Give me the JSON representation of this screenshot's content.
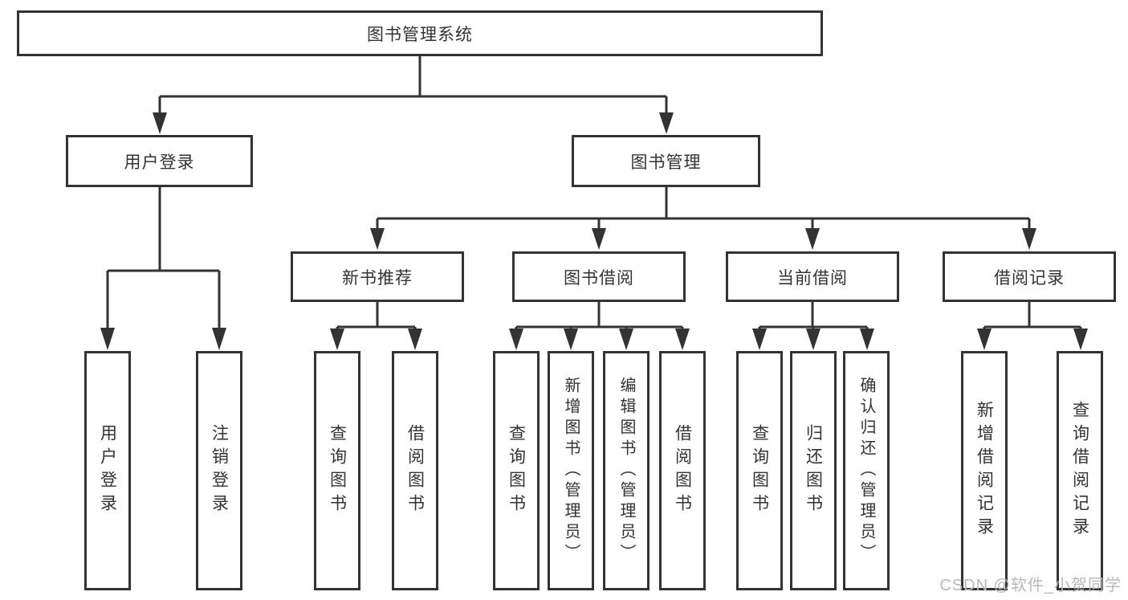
{
  "diagram": {
    "root": {
      "label": "图书管理系统"
    },
    "branches": [
      {
        "label": "用户登录",
        "children": [
          {
            "label": "用户登录"
          },
          {
            "label": "注销登录"
          }
        ]
      },
      {
        "label": "图书管理",
        "children": [
          {
            "label": "新书推荐",
            "children": [
              {
                "label": "查询图书"
              },
              {
                "label": "借阅图书"
              }
            ]
          },
          {
            "label": "图书借阅",
            "children": [
              {
                "label": "查询图书"
              },
              {
                "label": "新增图书（管理员）"
              },
              {
                "label": "编辑图书（管理员）"
              },
              {
                "label": "借阅图书"
              }
            ]
          },
          {
            "label": "当前借阅",
            "children": [
              {
                "label": "查询图书"
              },
              {
                "label": "归还图书"
              },
              {
                "label": "确认归还（管理员）"
              }
            ]
          },
          {
            "label": "借阅记录",
            "children": [
              {
                "label": "新增借阅记录"
              },
              {
                "label": "查询借阅记录"
              }
            ]
          }
        ]
      }
    ]
  },
  "watermark": "CSDN @软件_小贺同学",
  "colors": {
    "line": "#333333",
    "border": "#333333",
    "text": "#333333",
    "watermark": "#b9b9b9",
    "background": "#ffffff"
  }
}
